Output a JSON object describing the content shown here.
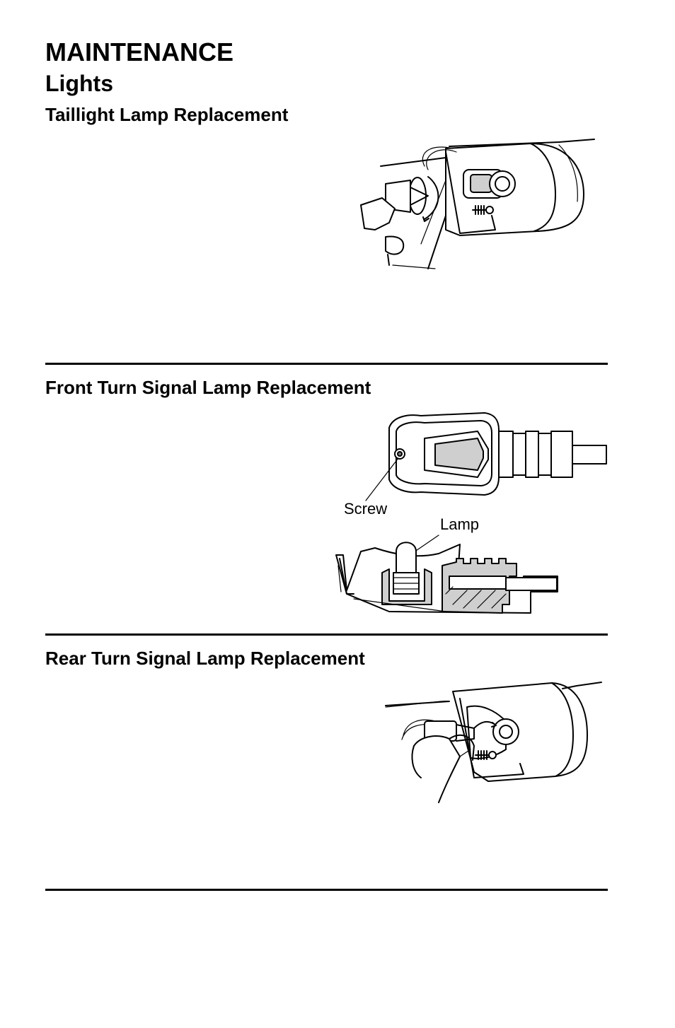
{
  "header": {
    "section": "MAINTENANCE",
    "subsection": "Lights"
  },
  "sections": [
    {
      "title": "Taillight Lamp Replacement"
    },
    {
      "title": "Front Turn Signal Lamp Replacement",
      "labels": {
        "screw": "Screw",
        "lamp": "Lamp"
      }
    },
    {
      "title": "Rear Turn Signal Lamp Replacement"
    }
  ]
}
